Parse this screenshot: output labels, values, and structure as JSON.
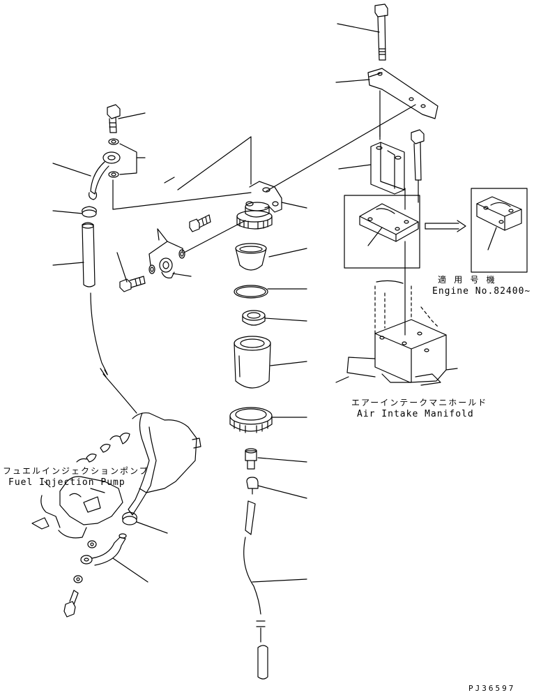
{
  "diagram": {
    "labels": {
      "applicable_jp": "適 用 号 機",
      "engine_no": "Engine No.82400~",
      "manifold_jp": "エアーインテークマニホールド",
      "manifold_en": "Air Intake Manifold",
      "pump_jp": "フュエルインジェクションポンプ",
      "pump_en": "Fuel Injection Pump",
      "drawing_code": "PJ36597"
    },
    "colors": {
      "line": "#000000",
      "background": "#ffffff"
    }
  }
}
